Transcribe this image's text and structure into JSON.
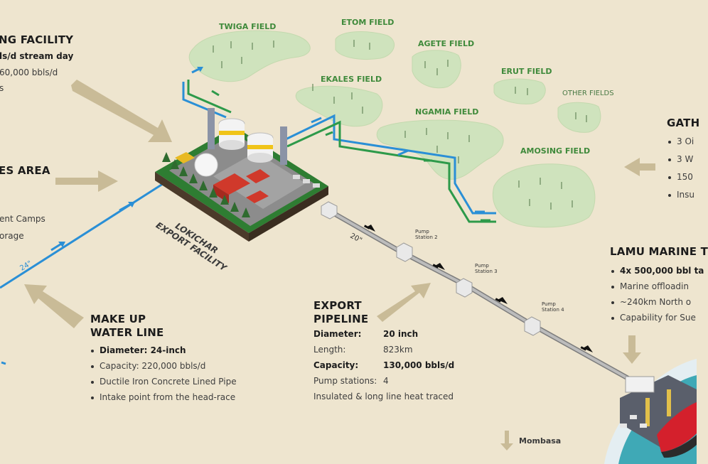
{
  "facility": {
    "title": "NG FACILITY",
    "lines": [
      "ls/d stream day",
      "60,000 bbls/d",
      "s"
    ]
  },
  "area": {
    "title": "ES AREA",
    "lines": [
      "ent Camps",
      "orage"
    ]
  },
  "fields": [
    "TWIGA FIELD",
    "ETOM FIELD",
    "AGETE FIELD",
    "EKALES FIELD",
    "ERUT FIELD",
    "OTHER FIELDS",
    "NGAMIA FIELD",
    "AMOSING FIELD"
  ],
  "export_facility_label": [
    "LOKICHAR",
    "EXPORT FACILITY"
  ],
  "pipe_size_labels": {
    "water": "24\"",
    "export": "20\""
  },
  "pump_stations": [
    "Pump\nStation 2",
    "Pump\nStation 3",
    "Pump\nStation 4"
  ],
  "gathering": {
    "title": "GATH",
    "items": [
      "3 Oi",
      "3 W",
      "150",
      "Insu"
    ]
  },
  "lamu": {
    "title": "LAMU MARINE T",
    "items": [
      "4x 500,000 bbl ta",
      "Marine offloadin",
      "~240km North o",
      "Capability for Sue"
    ]
  },
  "water_line": {
    "title": [
      "MAKE UP",
      "WATER LINE"
    ],
    "items": [
      {
        "label": "Diameter: 24-inch",
        "bold": true
      },
      {
        "label": "Capacity:  220,000 bbls/d",
        "bold": false
      },
      {
        "label": "Ductile Iron Concrete Lined Pipe",
        "bold": false
      },
      {
        "label": "Intake point from the head-race",
        "bold": false
      }
    ]
  },
  "export_pipeline": {
    "title": [
      "EXPORT",
      "PIPELINE"
    ],
    "specs": [
      {
        "key": "Diameter:",
        "value": "20 inch",
        "bold": true
      },
      {
        "key": "Length:",
        "value": "823km",
        "bold": false
      },
      {
        "key": "Capacity:",
        "value": "130,000 bbls/d",
        "bold": true
      },
      {
        "key": "Pump stations:",
        "value": "4",
        "bold": false
      }
    ],
    "note": "Insulated & long line heat traced"
  },
  "mombasa": "Mombasa",
  "colors": {
    "background": "#eee5cf",
    "field": "#cfe3bd",
    "water_pipe": "#2a8fd6",
    "green_pipe": "#2d9a4a",
    "arrow_tan": "#c9bb97",
    "export_pipe": "#9a9a9a"
  }
}
